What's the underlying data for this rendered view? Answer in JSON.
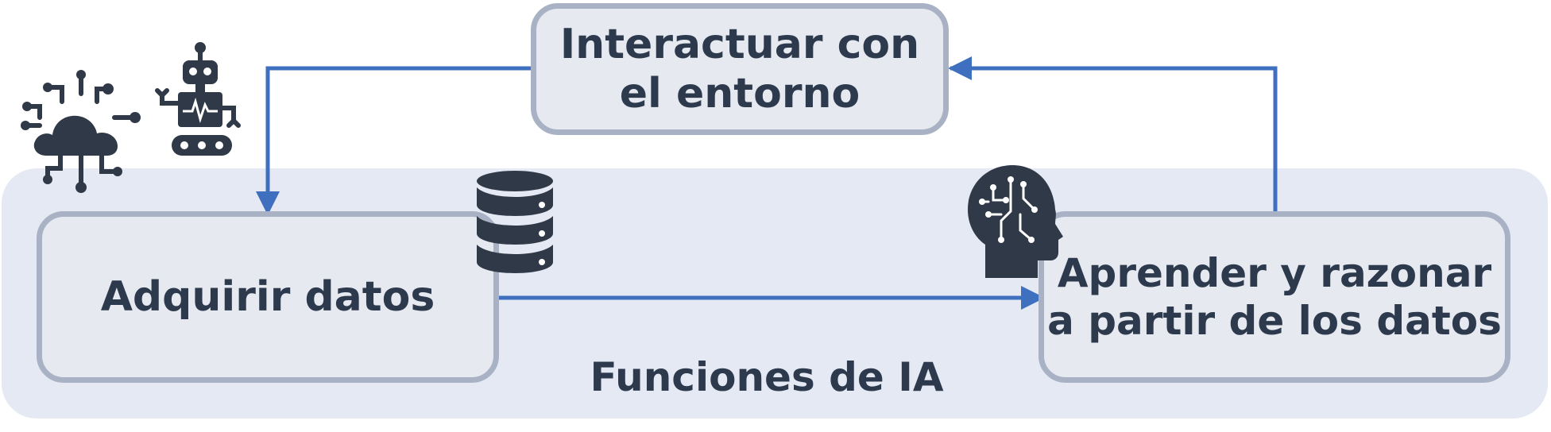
{
  "diagram": {
    "panel_label": "Funciones de IA",
    "nodes": {
      "interact": {
        "lines": [
          "Interactuar con",
          "el entorno"
        ]
      },
      "acquire": {
        "lines": [
          "Adquirir datos"
        ]
      },
      "learn": {
        "lines": [
          "Aprender y razonar",
          "a partir de los datos"
        ]
      }
    },
    "edges": [
      {
        "from": "interact",
        "to": "acquire"
      },
      {
        "from": "acquire",
        "to": "learn"
      },
      {
        "from": "learn",
        "to": "interact"
      }
    ],
    "icons": [
      "cloud-network-icon",
      "robot-icon",
      "database-icon",
      "ai-head-icon"
    ],
    "colors": {
      "arrow": "#3f6fbf",
      "panel": "#e4e9f3",
      "box_fill": "#e6e9f0",
      "box_border": "#a9b2c4",
      "text": "#2d3a4d",
      "icon": "#2f3947"
    }
  }
}
